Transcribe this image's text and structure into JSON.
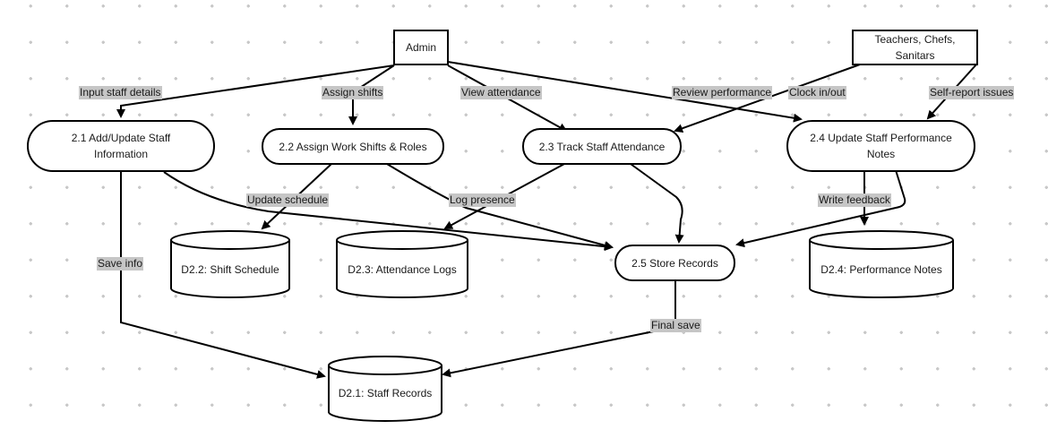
{
  "entities": {
    "admin": "Admin",
    "staff": "Teachers, Chefs, Sanitars"
  },
  "processes": {
    "p21": "2.1 Add/Update Staff Information",
    "p22": "2.2 Assign Work Shifts & Roles",
    "p23": "2.3 Track Staff Attendance",
    "p24": "2.4 Update Staff Performance Notes",
    "p25": "2.5 Store Records"
  },
  "stores": {
    "d22": "D2.2: Shift Schedule",
    "d23": "D2.3: Attendance Logs",
    "d24": "D2.4: Performance Notes",
    "d21": "D2.1: Staff Records"
  },
  "flows": {
    "input_staff": "Input staff details",
    "assign_shifts": "Assign shifts",
    "view_attendance": "View attendance",
    "review_performance": "Review performance",
    "clock": "Clock in/out",
    "self_report": "Self-report issues",
    "update_schedule": "Update schedule",
    "log_presence": "Log presence",
    "write_feedback": "Write feedback",
    "save_info": "Save info",
    "final_save": "Final save"
  }
}
